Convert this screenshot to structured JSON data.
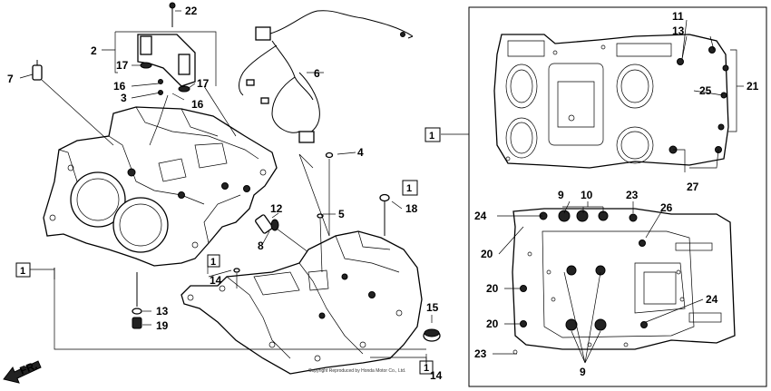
{
  "callouts": {
    "c22": "22",
    "c2": "2",
    "c17a": "17",
    "c16a": "16",
    "c3": "3",
    "c16b": "16",
    "c17b": "17",
    "c7": "7",
    "c6": "6",
    "c4": "4",
    "c5": "5",
    "c18": "18",
    "c12": "12",
    "c8": "8",
    "c14a": "14",
    "c13a": "13",
    "c19": "19",
    "c15": "15",
    "c14b": "14",
    "c11": "11",
    "c13b": "13",
    "c25": "25",
    "c21": "21",
    "c27": "27",
    "c9a": "9",
    "c10": "10",
    "c23a": "23",
    "c24a": "24",
    "c26": "26",
    "c20a": "20",
    "c20b": "20",
    "c20c": "20",
    "c24b": "24",
    "c23b": "23",
    "c9b": "9"
  },
  "boxed_labels": {
    "b1_left": "1",
    "b1_mid": "1",
    "b1_small": "1",
    "b1_pan": "1",
    "b1_bottom": "1"
  },
  "direction_label": "FR.",
  "copyright": "Copyright\nReproduced by Honda Motor Co., Ltd."
}
